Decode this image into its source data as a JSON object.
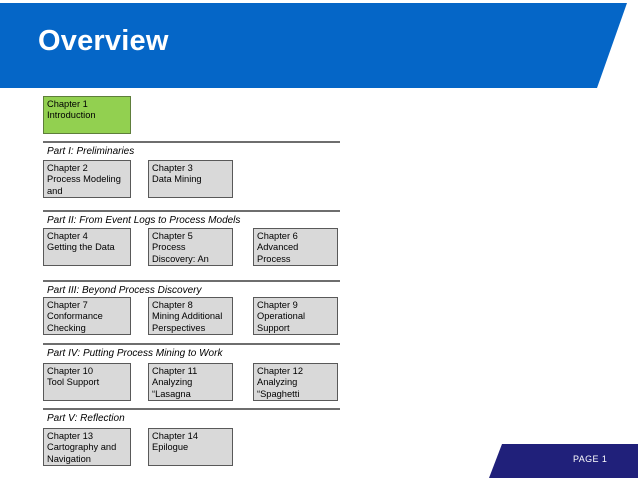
{
  "slide": {
    "title": "Overview",
    "page_label": "PAGE 1"
  },
  "colors": {
    "header_blue": "#0566C7",
    "footer_navy": "#20207A",
    "chapter1_fill": "#92D050",
    "chapter1_border": "#5E7E3B",
    "box_fill": "#D9D9D9",
    "box_border": "#595959",
    "divider": "#6E6E6E"
  },
  "intro_chapter": {
    "number": "Chapter 1",
    "title": "Introduction"
  },
  "parts": [
    {
      "label": "Part I: Preliminaries",
      "chapters": [
        {
          "number": "Chapter 2",
          "title": "Process Modeling and\nAnalysis"
        },
        {
          "number": "Chapter 3",
          "title": "Data Mining"
        }
      ]
    },
    {
      "label": "Part II: From Event Logs to Process Models",
      "chapters": [
        {
          "number": "Chapter 4",
          "title": "Getting the Data"
        },
        {
          "number": "Chapter 5",
          "title": "Process Discovery: An\nIntroduction"
        },
        {
          "number": "Chapter 6",
          "title": "Advanced Process\nDiscovery Techniques"
        }
      ]
    },
    {
      "label": "Part III: Beyond Process Discovery",
      "chapters": [
        {
          "number": "Chapter 7",
          "title": "Conformance\nChecking"
        },
        {
          "number": "Chapter 8",
          "title": "Mining Additional\nPerspectives"
        },
        {
          "number": "Chapter 9",
          "title": "Operational Support"
        }
      ]
    },
    {
      "label": "Part IV: Putting Process Mining to Work",
      "chapters": [
        {
          "number": "Chapter 10",
          "title": "Tool Support"
        },
        {
          "number": "Chapter 11",
          "title": "Analyzing “Lasagna\nProcesses”"
        },
        {
          "number": "Chapter 12",
          "title": "Analyzing “Spaghetti\nProcesses”"
        }
      ]
    },
    {
      "label": "Part V: Reflection",
      "chapters": [
        {
          "number": "Chapter 13",
          "title": "Cartography and\nNavigation"
        },
        {
          "number": "Chapter 14",
          "title": "Epilogue"
        }
      ]
    }
  ]
}
